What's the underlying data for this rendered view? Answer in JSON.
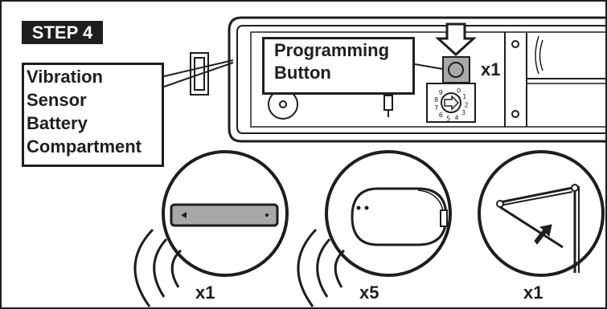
{
  "step": {
    "label": "STEP 4"
  },
  "callouts": {
    "battery_compartment": {
      "lines": [
        "Vibration",
        "Sensor",
        "Battery",
        "Compartment"
      ]
    },
    "programming_button": {
      "lines": [
        "Programming",
        "Button"
      ]
    }
  },
  "quantities": {
    "programming_button": "x1",
    "rail_sensor": "x1",
    "round_sensor": "x5",
    "door_bracket": "x1"
  },
  "dial": {
    "digits": [
      "0",
      "1",
      "2",
      "3",
      "4",
      "5",
      "6",
      "7",
      "8",
      "9"
    ]
  },
  "colors": {
    "ink": "#1e1e1e",
    "fill_grey": "#a8a8a8",
    "panel_grey": "#eeeeee"
  }
}
